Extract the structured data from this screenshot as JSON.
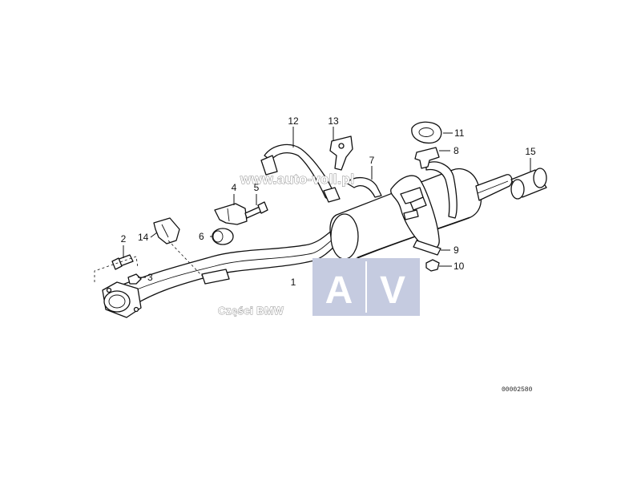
{
  "diagram": {
    "callouts": [
      {
        "id": "c1",
        "label": "1"
      },
      {
        "id": "c2",
        "label": "2"
      },
      {
        "id": "c3",
        "label": "3"
      },
      {
        "id": "c4",
        "label": "4"
      },
      {
        "id": "c5",
        "label": "5"
      },
      {
        "id": "c6",
        "label": "6"
      },
      {
        "id": "c7",
        "label": "7"
      },
      {
        "id": "c8",
        "label": "8"
      },
      {
        "id": "c9",
        "label": "9"
      },
      {
        "id": "c10",
        "label": "10"
      },
      {
        "id": "c11",
        "label": "11"
      },
      {
        "id": "c12",
        "label": "12"
      },
      {
        "id": "c13",
        "label": "13"
      },
      {
        "id": "c14",
        "label": "14"
      },
      {
        "id": "c15",
        "label": "15"
      }
    ],
    "doc_id": "00002580"
  },
  "watermark": {
    "url": "www.auto-voll.pl",
    "letter_a": "A",
    "letter_v": "V",
    "caption": "Części BMW",
    "box_color": "#c5cbe0",
    "letter_color": "#ffffff"
  }
}
